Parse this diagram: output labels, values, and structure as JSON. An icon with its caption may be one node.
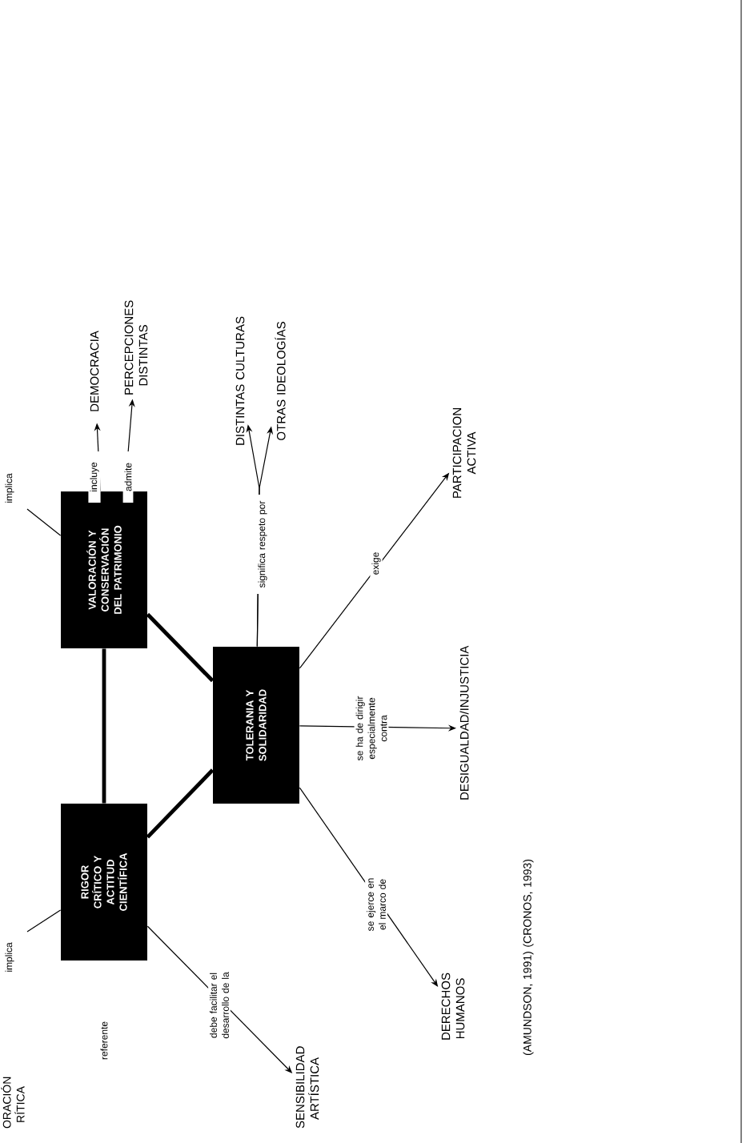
{
  "diagram": {
    "nodes": [
      {
        "text": [
          "RIGOR CRÍTICO Y ACTITUD CIENTÍFICA"
        ]
      },
      {
        "text": [
          "VALORACIÓN Y CONSERVACIÓN DEL PATRIMONIO"
        ]
      },
      {
        "text": [
          "TOLERANIA Y SOLIDARIDAD"
        ]
      },
      {
        "text": [
          "SENSIBILIDAD ARTÍSTICA"
        ]
      },
      {
        "text": [
          "DERECHOS HUMANOS"
        ]
      },
      {
        "text": [
          "DESIGUALDAD/INJUSTICIA"
        ]
      },
      {
        "text": [
          "PARTICIPACION ACTIVA"
        ]
      },
      {
        "text": [
          "DISTINTAS CULTURAS"
        ]
      },
      {
        "text": [
          "OTRAS IDEOLOGÍAS"
        ]
      },
      {
        "text": [
          "DEMOCRACIA"
        ]
      },
      {
        "text": [
          "PERCEPCIONES DISTINTAS"
        ]
      }
    ],
    "edges": [
      {
        "from": 0,
        "to": 1,
        "arrow": "none",
        "style": "thick"
      },
      {
        "from": 1,
        "to": 2,
        "arrow": "none",
        "style": "thick"
      },
      {
        "from": 0,
        "to": 2,
        "arrow": "none",
        "style": "thick"
      },
      {
        "from": 0,
        "to": null,
        "arrow": "none",
        "label": "implica"
      },
      {
        "from": 1,
        "to": null,
        "arrow": "none",
        "label": "implica"
      },
      {
        "from": 0,
        "to": 3,
        "arrow": "to",
        "label": "debe facilitar el desarrollo de la"
      },
      {
        "from": 2,
        "to": 4,
        "arrow": "to",
        "label": "se ejerce en el marco de"
      },
      {
        "from": 2,
        "to": 5,
        "arrow": "to",
        "label": "se ha de dirigir especialmente contra"
      },
      {
        "from": 2,
        "to": 6,
        "arrow": "to",
        "label": "exige"
      },
      {
        "from": 2,
        "to": 7,
        "arrow": "to",
        "label": "significa respeto por"
      },
      {
        "from": 2,
        "to": 8,
        "arrow": "to"
      },
      {
        "from": 1,
        "to": 9,
        "arrow": "to",
        "label": "incluye"
      },
      {
        "from": null,
        "to": 10,
        "arrow": "to",
        "label": "admite"
      }
    ],
    "labels": [
      "referente",
      "ORACIÓN RÍTICA",
      "(AMUNDSON, 1991) (CRONOS, 1993)"
    ]
  }
}
